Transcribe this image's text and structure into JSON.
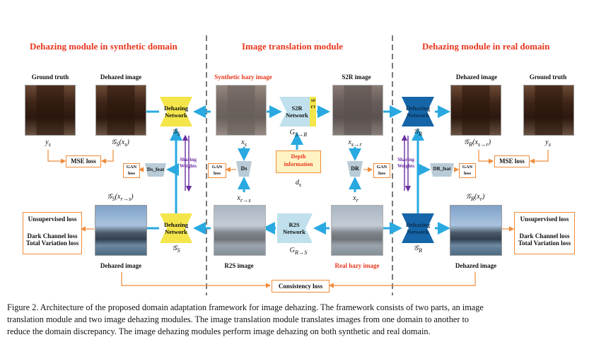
{
  "sections": {
    "left": "Dehazing module in synthetic domain",
    "middle": "Image translation module",
    "right": "Dehazing module in real domain"
  },
  "labels": {
    "ground_truth_left": "Ground truth",
    "dehazed_top_left": "Dehazed image",
    "synthetic_hazy": "Synthetic hazy image",
    "s2r_image": "S2R image",
    "dehazed_top_right": "Dehazed image",
    "ground_truth_right": "Ground truth",
    "dehazed_bottom_left": "Dehazed image",
    "r2s_image": "R2S image",
    "real_hazy": "Real hazy image",
    "dehazed_bottom_right": "Dehazed image"
  },
  "nets": {
    "dehazing_network": "Dehazing Network",
    "s2r": "S2R Network",
    "r2s": "R2S Network",
    "spft": "SPFT"
  },
  "math": {
    "ys": "y",
    "ys_sub": "s",
    "gs_xs": "𝒢",
    "gs_xs_rest": "(x",
    "gs": "𝒢",
    "s_sub": "S",
    "r_sub": "R",
    "xs": "x",
    "xs_sub": "s",
    "xr_to_s": "x",
    "r_to_s_sub": "r→s",
    "g_s2r": "G",
    "s2r_sub": "S→R",
    "g_r2s": "G",
    "r2s_sub": "R→S",
    "ds": "d",
    "xs_to_r_sub": "s→r",
    "xr_sub": "r",
    "gr_xr": "𝒢",
    "close": ")"
  },
  "boxes": {
    "mse_loss": "MSE loss",
    "gan_loss": "GAN loss",
    "ds_feat": "Ds_feat",
    "ds": "Ds",
    "dr": "DR",
    "dr_feat": "DR_feat",
    "depth_information": "Depth information",
    "sharing_weights": "Sharing Weights",
    "unsupervised_loss": "Unsupervised loss",
    "dark_channel_loss": "Dark Channel loss",
    "total_variation_loss": "Total Variation loss",
    "consistency_loss": "Consistency loss"
  },
  "caption": {
    "line1": "Figure 2. Architecture of the proposed domain adaptation framework for image dehazing. The framework consists of two parts, an image",
    "line2": "translation module and two image dehazing modules.  The image translation module translates images from one domain to another to",
    "line3": "reduce the domain discrepancy. The image dehazing modules perform image dehazing on both synthetic and real domain."
  },
  "colors": {
    "arrow": "#29a9e0",
    "yellow_net": "#f4e64a",
    "dark_blue_net": "#1565a8",
    "light_blue_net": "#bfe0ec",
    "gray_disc": "#b8cbd6",
    "section_red": "#e8361d",
    "box_orange": "#f08b3a",
    "purple": "#6a2fa0",
    "depth_box": "#fff3c4"
  }
}
